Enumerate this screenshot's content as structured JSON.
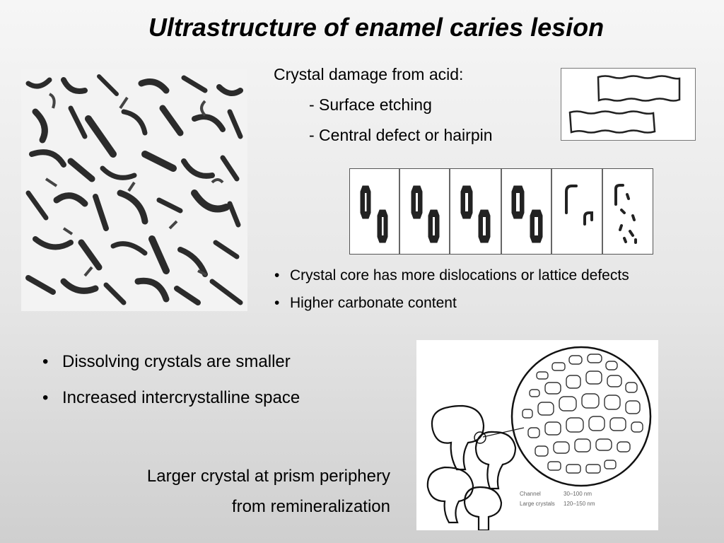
{
  "slide": {
    "title": "Ultrastructure of enamel caries lesion",
    "damage": {
      "heading": "Crystal damage from acid:",
      "items": [
        "- Surface etching",
        "- Central defect or hairpin"
      ]
    },
    "core_bullets": [
      "Crystal core has more dislocations or lattice defects",
      "Higher carbonate content"
    ],
    "dissolve_bullets": [
      "Dissolving crystals are smaller",
      "Increased intercrystalline space"
    ],
    "caption": {
      "line1": "Larger crystal at prism periphery",
      "line2": "from remineralization"
    },
    "diagram_legend": {
      "row1_label": "Channel",
      "row1_value": "30–100 nm",
      "row2_label": "Large crystals",
      "row2_value": "120–150 nm"
    }
  }
}
